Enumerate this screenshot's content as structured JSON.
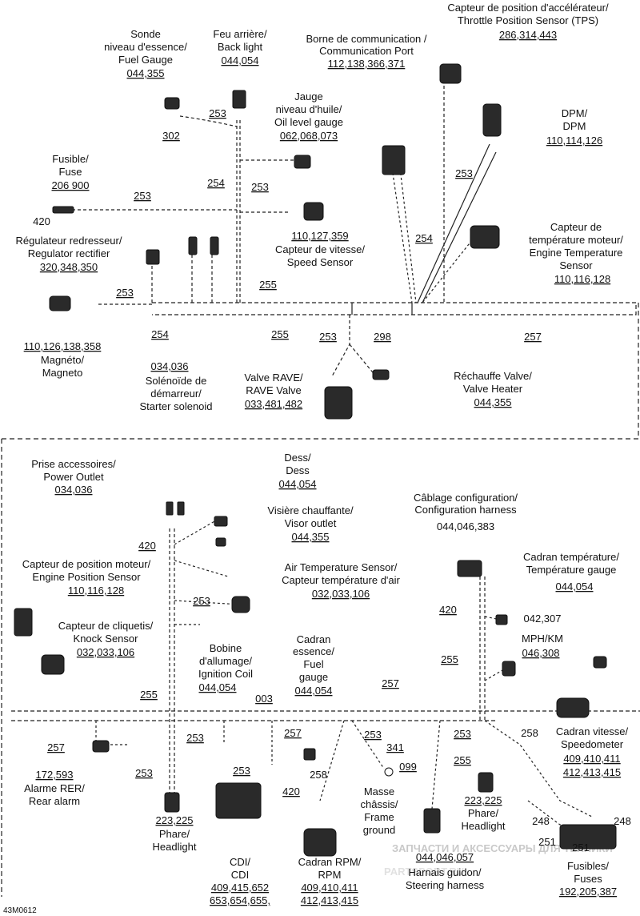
{
  "figure_code": "43M0612",
  "watermark": {
    "line1": "ЗАПЧАСТИ И АКСЕССУАРЫ ДЛЯ ТЕХНИКИ",
    "brand": "PARTSPORT.RU"
  },
  "top": {
    "tps": {
      "l1": "Capteur de position d'accélérateur/",
      "l2": "Throttle Position Sensor (TPS)",
      "codes": "286,314,443"
    },
    "comm": {
      "l1": "Borne de communication /",
      "l2": "Communication Port",
      "codes": "112,138,366,371"
    },
    "back_light": {
      "l1": "Feu arrière/",
      "l2": "Back light",
      "codes": "044,054"
    },
    "fuel_level": {
      "l1": "Sonde",
      "l2": "niveau d'essence/",
      "l3": "Fuel Gauge",
      "codes": "044,355"
    },
    "oil": {
      "l1": "Jauge",
      "l2": "niveau d'huile/",
      "l3": "Oil level gauge",
      "codes": "062,068,073"
    },
    "dpm": {
      "l1": "DPM/",
      "l2": "DPM",
      "codes": "110,114,126"
    },
    "fuse": {
      "l1": "Fusible/",
      "l2": "Fuse",
      "codes": "206 900"
    },
    "speed": {
      "codes": "110,127,359",
      "l1": "Capteur de vitesse/",
      "l2": "Speed Sensor"
    },
    "engine_temp": {
      "l1": "Capteur de",
      "l2": "température moteur/",
      "l3": "Engine Temperature",
      "l4": "Sensor",
      "codes": "110,116,128"
    },
    "regulator": {
      "l1": "Régulateur redresseur/",
      "l2": "Regulator rectifier",
      "codes": "320,348,350"
    },
    "magneto": {
      "codes": "110,126,138,358",
      "l1": "Magnéto/",
      "l2": "Magneto"
    },
    "starter": {
      "codes": "034,036",
      "l1": "Solénoïde de",
      "l2": "démarreur/",
      "l3": "Starter solenoid"
    },
    "rave": {
      "l1": "Valve RAVE/",
      "l2": "RAVE Valve",
      "codes": "033,481,482"
    },
    "valve_heater": {
      "l1": "Réchauffe Valve/",
      "l2": "Valve Heater",
      "codes": "044,355"
    },
    "callouts": [
      "253",
      "302",
      "254",
      "253",
      "253",
      "420",
      "253",
      "254",
      "255",
      "253",
      "255",
      "254",
      "253",
      "298",
      "257"
    ]
  },
  "bottom": {
    "power_outlet": {
      "l1": "Prise accessoires/",
      "l2": "Power Outlet",
      "codes": "034,036"
    },
    "dess": {
      "l1": "Dess/",
      "l2": "Dess",
      "codes": "044,054"
    },
    "visor": {
      "l1": "Visière chauffante/",
      "l2": "Visor outlet",
      "codes": "044,355"
    },
    "config": {
      "l1": "Câblage configuration/",
      "l2": "Configuration harness",
      "codes": "044,046,383"
    },
    "eps": {
      "l1": "Capteur de position moteur/",
      "l2": "Engine Position Sensor",
      "codes": "110,116,128"
    },
    "air_temp": {
      "l1": "Air Temperature Sensor/",
      "l2": "Capteur température d'air",
      "codes": "032,033,106"
    },
    "temp_gauge": {
      "l1": "Cadran température/",
      "l2": "Température gauge",
      "codes": "044,054"
    },
    "knock": {
      "l1": "Capteur de cliquetis/",
      "l2": "Knock Sensor",
      "codes": "032,033,106"
    },
    "mph": {
      "codes_a": "042,307",
      "l1": "MPH/KM",
      "codes_b": "046,308"
    },
    "coil": {
      "l1": "Bobine",
      "l2": "d'allumage/",
      "l3": "Ignition Coil",
      "codes": "044,054"
    },
    "fuel_gauge": {
      "l1": "Cadran",
      "l2": "essence/",
      "l3": "Fuel",
      "l4": "gauge",
      "codes": "044,054"
    },
    "speedometer": {
      "l1": "Cadran vitesse/",
      "l2": "Speedometer",
      "codes1": "409,410,411",
      "codes2": "412,413,415"
    },
    "rear_alarm": {
      "codes": "172,593",
      "l1": "Alarme RER/",
      "l2": "Rear alarm"
    },
    "headlight_l": {
      "codes": "223,225",
      "l1": "Phare/",
      "l2": "Headlight"
    },
    "headlight_r": {
      "codes": "223,225",
      "l1": "Phare/",
      "l2": "Headlight"
    },
    "frame_ground": {
      "l1": "Masse",
      "l2": "châssis/",
      "l3": "Frame",
      "l4": "ground"
    },
    "cdi": {
      "l1": "CDI/",
      "l2": "CDI",
      "codes1": "409,415,652",
      "codes2": "653,654,655,"
    },
    "rpm": {
      "l1": "Cadran RPM/",
      "l2": "RPM",
      "codes1": "409,410,411",
      "codes2": "412,413,415"
    },
    "steering": {
      "codes": "044,046,057",
      "l1": "Harnais guidon/",
      "l2": "Steering harness"
    },
    "fuses": {
      "l1": "Fusibles/",
      "l2": "Fuses",
      "codes": "192,205,387"
    },
    "callouts": [
      "420",
      "253",
      "420",
      "255",
      "255",
      "257",
      "003",
      "257",
      "253",
      "253",
      "257",
      "253",
      "341",
      "099",
      "253",
      "255",
      "258",
      "420",
      "258",
      "253",
      "248",
      "248",
      "251",
      "251"
    ]
  }
}
